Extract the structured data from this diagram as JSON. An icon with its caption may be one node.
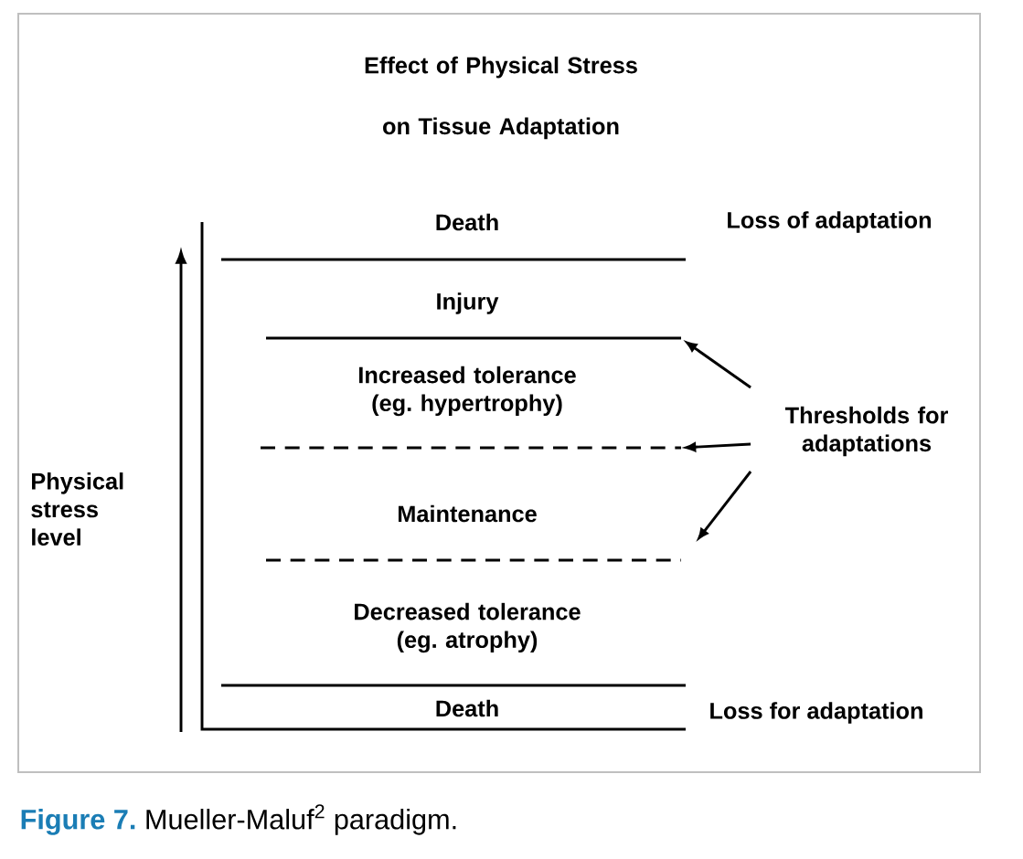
{
  "diagram": {
    "title": "Effect of Physical Stress on Tissue Adaptation",
    "caption": "**Figure 7.** Mueller-Maluf$^{2}$ paradigm.",
    "nodes": [
      {
        "text": [
          "Thresholds for adaptations"
        ]
      },
      {
        "text": [],
        "shape": "bar"
      },
      {
        "text": [],
        "shape": "bar"
      },
      {
        "text": [],
        "shape": "bar"
      }
    ],
    "edges": [
      {
        "from": 0,
        "to": 1,
        "arrow": "to"
      },
      {
        "from": 0,
        "to": 2,
        "arrow": "to"
      },
      {
        "from": 0,
        "to": 3,
        "arrow": "to"
      }
    ],
    "labels": [
      "Death",
      "Loss of adaptation",
      "Injury",
      "Increased tolerance (eg. hypertrophy)",
      "Maintenance",
      "Decreased tolerance (eg. atrophy)",
      "Death",
      "Loss for adaptation",
      "Physical stress level"
    ]
  }
}
